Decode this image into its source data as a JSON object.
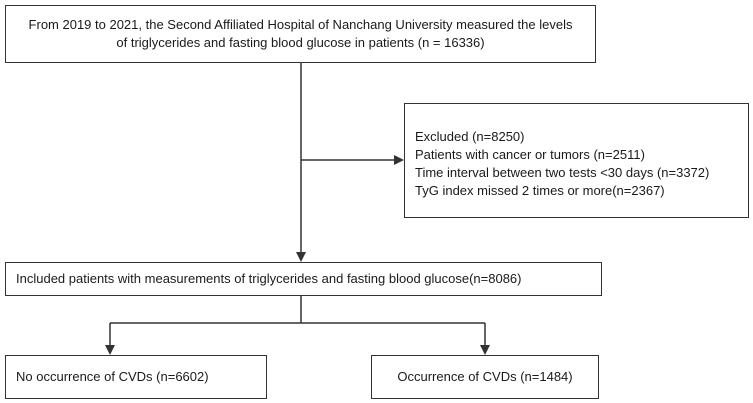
{
  "nodes": {
    "top": {
      "lines": [
        "From 2019 to 2021, the Second Affiliated Hospital of Nanchang University measured the levels",
        "of triglycerides and fasting blood glucose in patients (n = 16336)"
      ]
    },
    "excluded": {
      "lines": [
        "Excluded (n=8250)",
        "Patients with cancer or tumors (n=2511)",
        "Time interval between two tests <30 days (n=3372)",
        "TyG index missed 2 times or more(n=2367)"
      ]
    },
    "included": {
      "text": "Included patients with measurements of triglycerides and fasting blood glucose(n=8086)"
    },
    "no_cvd": {
      "text": "No occurrence of CVDs (n=6602)"
    },
    "cvd": {
      "text": "Occurrence of CVDs (n=1484)"
    }
  },
  "colors": {
    "border": "#333333",
    "text": "#1a1a1a",
    "background": "#ffffff"
  }
}
